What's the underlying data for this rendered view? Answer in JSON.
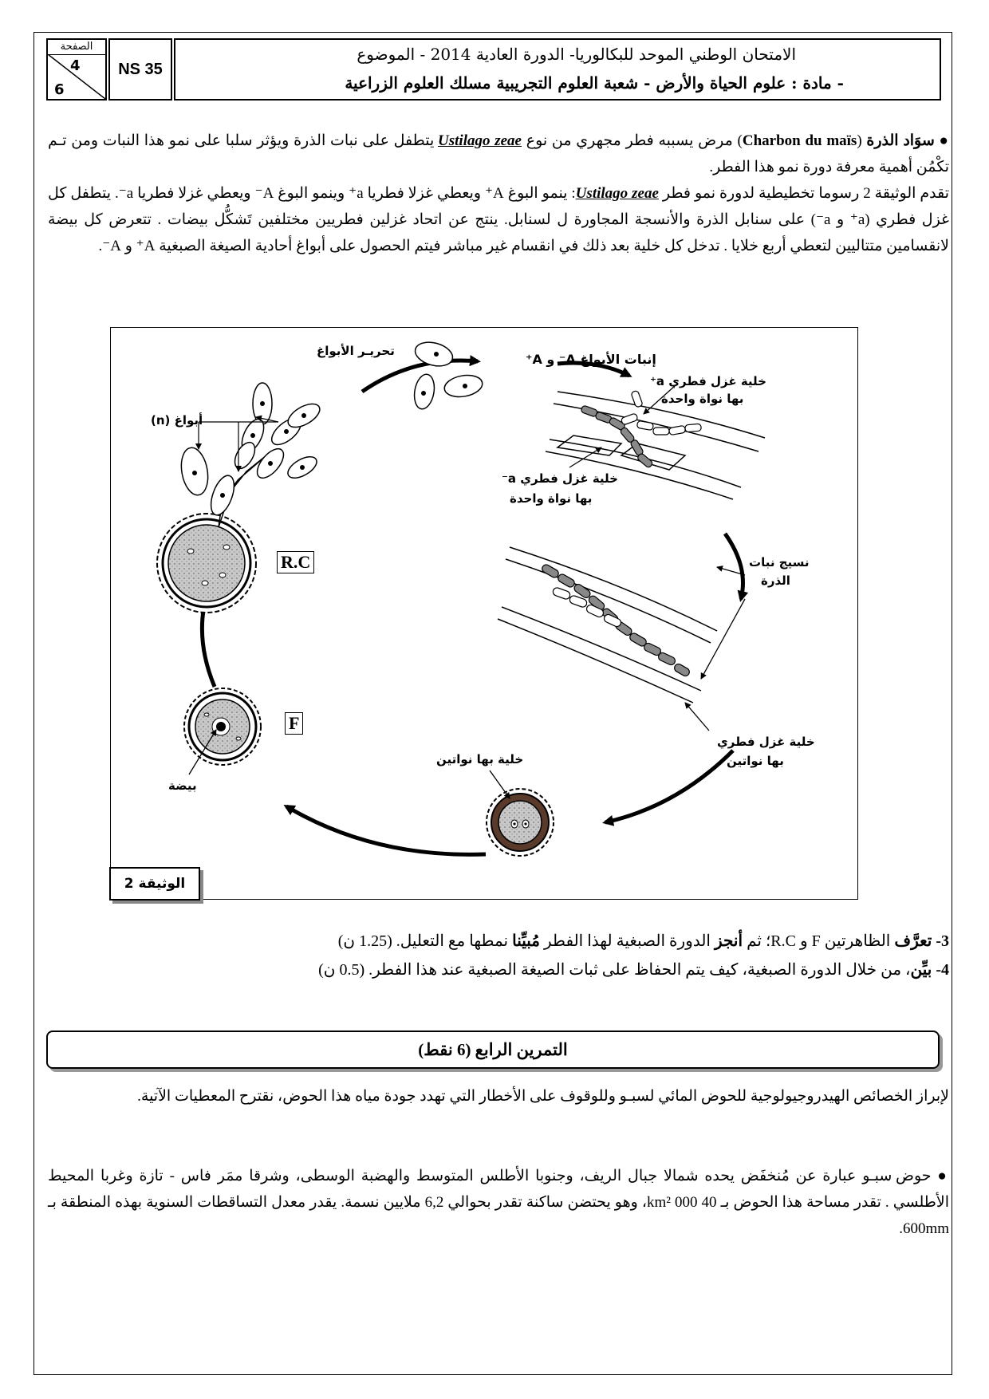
{
  "header": {
    "page_label": "الصفحة",
    "page_num": "4",
    "page_total": "6",
    "code": "NS 35",
    "line1": "الامتحان الوطني الموحد للبكالوريا- الدورة العادية 2014 - الموضوع",
    "line2": "- مادة : علوم الحياة والأرض - شعبة العلوم التجريبية مسلك العلوم الزراعية"
  },
  "intro": {
    "term": "سوَاد الذرة",
    "french": "Charbon du maïs",
    "t1": " مرض يسببه فطر مجهري من نوع ",
    "latin": "Ustilago zeae",
    "t2": " يتطفل على نبات الذرة ويؤثر سلبا على نمو هذا النبات ومن تـم تكْمُن أهمية معرفة دورة نمو هذا الفطر.",
    "p2a": "تقدم الوثيقة 2 رسوما تخطيطية لدورة نمو فطر ",
    "p2b": ": ينمو البوغ A⁺ ويعطي غزلا فطريا a⁺ وينمو البوغ A⁻ ويعطي غزلا فطريا a⁻. يتطفل كل غزل فطري (a⁺ و a⁻) على سنابل الذرة والأنسجة المجاورة ل لسنابل. ينتج عن اتحاد غزلين فطريين مختلفين تَشكُّل بيضات . تتعرض كل بيضة لانقسامين متتاليين لتعطي أربع خلايا . تدخل كل خلية بعد ذلك في انقسام غير مباشر فيتم الحصول على أبواغ أحادية الصيغة الصبغية A⁺ و A⁻."
  },
  "diagram": {
    "spore_release": "تحريـر الأبواغ",
    "spore_germination": "إنبات الأبواغ A⁻ و A⁺",
    "cell_a_plus_1": "خلية غزل فطري a⁺",
    "cell_a_plus_2": "بها نواة واحدة",
    "cell_a_minus_1": "خلية غزل فطري a⁻",
    "cell_a_minus_2": "بها نواة واحدة",
    "spores_n": "أبواغ (n)",
    "rc": "R.C",
    "plant_tissue_1": "نسيج نبات",
    "plant_tissue_2": "الذرة",
    "f": "F",
    "cell_two_nuclei": "خلية بها نواتين",
    "hypha_two_1": "خلية غزل فطري",
    "hypha_two_2": "بها نواتين",
    "egg": "بيضة",
    "doc_label": "الوثيقة 2"
  },
  "questions": {
    "q3_num": "3-",
    "q3_verb": "تعرَّف",
    "q3_text1": " الظاهرتين F و R.C؛ ثم ",
    "q3_verb2": "أنجز",
    "q3_text2": " الدورة الصبغية لهذا الفطر ",
    "q3_verb3": "مُبيِّنا",
    "q3_text3": " نمطها مع التعليل. (1.25 ن)",
    "q4_num": "4-",
    "q4_verb": "بيِّن",
    "q4_text": "، من خلال الدورة الصبغية، كيف يتم الحفاظ على ثبات الصيغة الصبغية عند هذا الفطر. (0.5 ن)"
  },
  "exercise4": {
    "title": "التمرين الرابع (6 نقط)",
    "intro": "لإبراز الخصائص الهيدروجيولوجية للحوض المائي لسبـو وللوقوف على الأخطار التي تهدد جودة مياه هذا الحوض، نقترح المعطيات الآتية.",
    "bullet": "حوض سبـو عبارة عن مُنخفَض يحده شمالا جبال الريف، وجنوبا الأطلس المتوسط والهضبة الوسطى، وشرقا ممَر فاس - تازة وغربا المحيط الأطلسي . تقدر مساحة هذا الحوض بـ 40 000 km²، وهو يحتضن ساكنة تقدر بحوالي 6,2 ملايين نسمة. يقدر معدل التساقطات السنوية بهذه المنطقة بـ 600mm."
  }
}
